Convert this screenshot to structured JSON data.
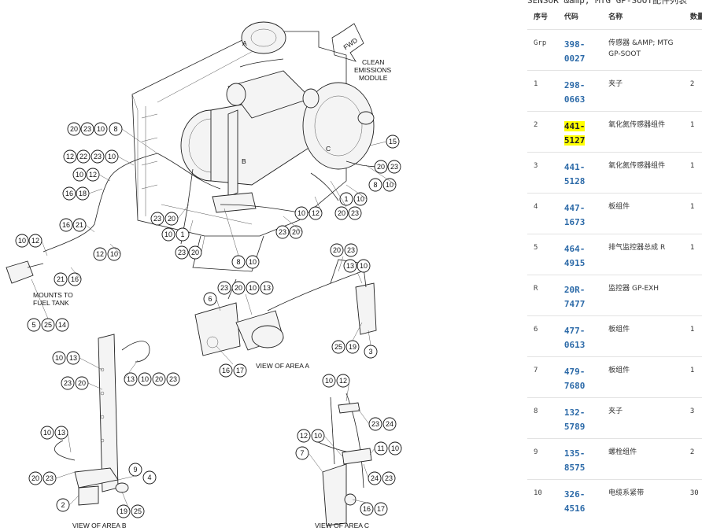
{
  "diagram": {
    "labels": {
      "view_a": "A",
      "view_b": "B",
      "view_c": "C",
      "fwd": "FWD",
      "clean_1": "CLEAN",
      "clean_2": "EMISSIONS",
      "clean_3": "MODULE",
      "mounts_1": "MOUNTS TO",
      "mounts_2": "FUEL TANK",
      "view_area_a": "VIEW OF AREA A",
      "view_area_b": "VIEW OF AREA B",
      "view_area_c": "VIEW OF AREA C"
    },
    "callouts": {
      "c1": "20",
      "c2": "23",
      "c3": "10",
      "c4": "8",
      "c5": "12",
      "c6": "22",
      "c7": "23",
      "c8": "10",
      "c9": "10",
      "c10": "12",
      "c11": "16",
      "c12": "18",
      "c13": "10",
      "c14": "12",
      "c15": "16",
      "c16": "21",
      "c17": "12",
      "c18": "10",
      "c19": "21",
      "c20": "16",
      "c21": "5",
      "c22": "25",
      "c23": "14",
      "c24": "23",
      "c25": "20",
      "c26": "10",
      "c27": "1",
      "c28": "23",
      "c29": "20",
      "c30": "8",
      "c31": "10",
      "c32": "23",
      "c33": "20",
      "c34": "10",
      "c35": "12",
      "c36": "20",
      "c37": "23",
      "c38": "1",
      "c39": "10",
      "c40": "8",
      "c41": "10",
      "c42": "20",
      "c43": "23",
      "c44": "15",
      "c45": "20",
      "c46": "23",
      "c47": "13",
      "c48": "10",
      "c49": "6",
      "c50": "23",
      "c51": "20",
      "c52": "10",
      "c53": "13",
      "c54": "16",
      "c55": "17",
      "c56": "25",
      "c57": "19",
      "c58": "3",
      "c59": "10",
      "c60": "13",
      "c61": "23",
      "c62": "20",
      "c63": "13",
      "c64": "10",
      "c65": "20",
      "c66": "23",
      "c67": "10",
      "c68": "13",
      "c69": "20",
      "c70": "23",
      "c71": "9",
      "c72": "4",
      "c73": "2",
      "c74": "19",
      "c75": "25",
      "c76": "10",
      "c77": "12",
      "c78": "23",
      "c79": "24",
      "c80": "12",
      "c81": "10",
      "c82": "7",
      "c83": "11",
      "c84": "10",
      "c85": "24",
      "c86": "23",
      "c87": "16",
      "c88": "17"
    }
  },
  "parts_panel": {
    "title": "SENSOR &amp; MTG GP-SOOT配件列表",
    "headers": {
      "seq": "序号",
      "code": "代码",
      "name": "名称",
      "qty": "数量"
    },
    "rows": [
      {
        "seq": "Grp",
        "code": "398-0027",
        "name": "传感器 &AMP; MTG GP-SOOT",
        "qty": ""
      },
      {
        "seq": "1",
        "code": "298-0663",
        "name": "夹子",
        "qty": "2"
      },
      {
        "seq": "2",
        "code": "441-5127",
        "name": "氧化氮传感器组件",
        "qty": "1"
      },
      {
        "seq": "3",
        "code": "441-5128",
        "name": "氧化氮传感器组件",
        "qty": "1"
      },
      {
        "seq": "4",
        "code": "447-1673",
        "name": "板组件",
        "qty": "1"
      },
      {
        "seq": "5",
        "code": "464-4915",
        "name": "排气监控器总成 R",
        "qty": "1"
      },
      {
        "seq": "R",
        "code": "20R-7477",
        "name": "监控器 GP-EXH",
        "qty": ""
      },
      {
        "seq": "6",
        "code": "477-0613",
        "name": "板组件",
        "qty": "1"
      },
      {
        "seq": "7",
        "code": "479-7680",
        "name": "板组件",
        "qty": "1"
      },
      {
        "seq": "8",
        "code": "132-5789",
        "name": "夹子",
        "qty": "3"
      },
      {
        "seq": "9",
        "code": "135-8575",
        "name": "螺栓组件",
        "qty": "2"
      },
      {
        "seq": "10",
        "code": "326-4516",
        "name": "电缆系紧带",
        "qty": "30"
      }
    ]
  }
}
